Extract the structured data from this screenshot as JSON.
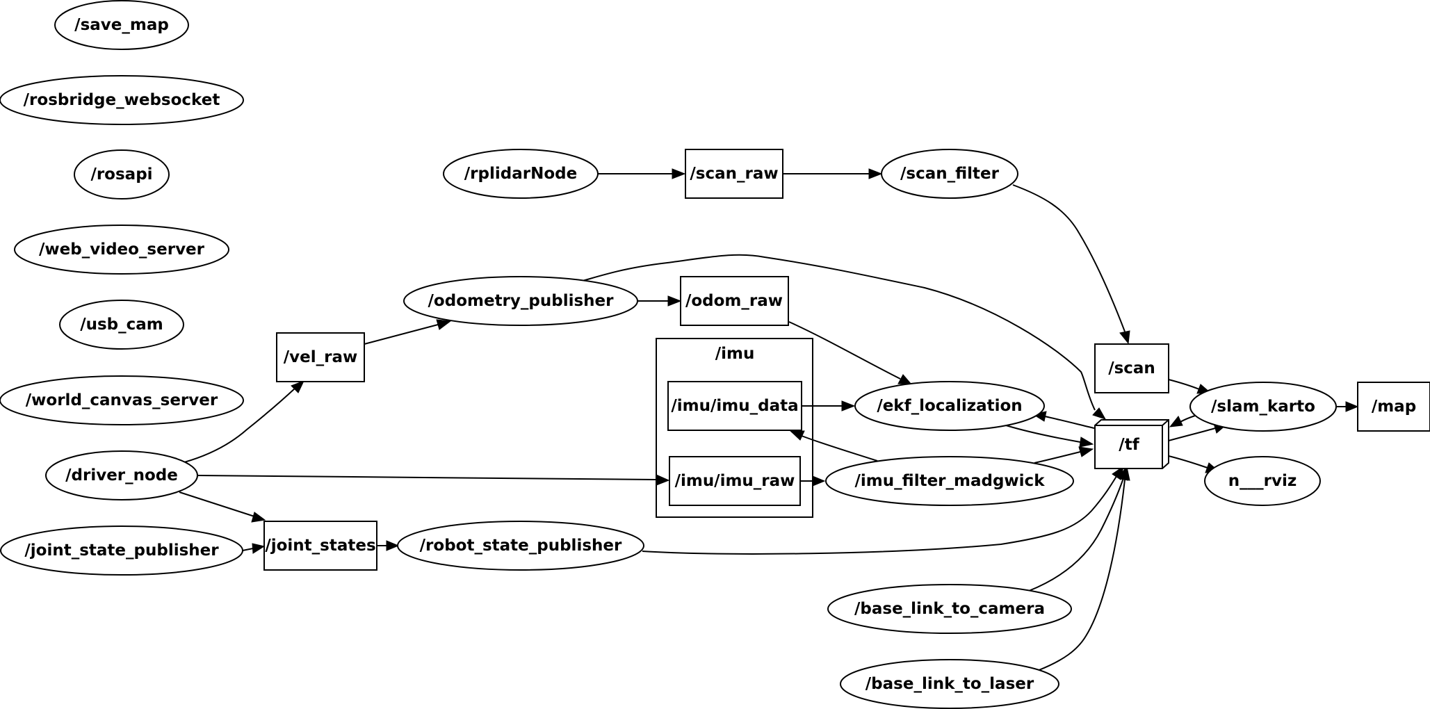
{
  "graph": {
    "nodes": {
      "save_map": "/save_map",
      "rosbridge_websocket": "/rosbridge_websocket",
      "rosapi": "/rosapi",
      "web_video_server": "/web_video_server",
      "usb_cam": "/usb_cam",
      "world_canvas_server": "/world_canvas_server",
      "driver_node": "/driver_node",
      "joint_state_publisher": "/joint_state_publisher",
      "rplidarNode": "/rplidarNode",
      "odometry_publisher": "/odometry_publisher",
      "robot_state_publisher": "/robot_state_publisher",
      "scan_filter": "/scan_filter",
      "ekf_localization": "/ekf_localization",
      "imu_filter_madgwick": "/imu_filter_madgwick",
      "base_link_to_camera": "/base_link_to_camera",
      "base_link_to_laser": "/base_link_to_laser",
      "slam_karto": "/slam_karto",
      "rviz": "n___rviz"
    },
    "topics": {
      "vel_raw": "/vel_raw",
      "joint_states": "/joint_states",
      "scan_raw": "/scan_raw",
      "odom_raw": "/odom_raw",
      "imu_data": "/imu/imu_data",
      "imu_raw": "/imu/imu_raw",
      "scan": "/scan",
      "tf": "/tf",
      "map": "/map"
    },
    "clusters": {
      "imu": "/imu"
    },
    "edges": [
      [
        "driver_node",
        "vel_raw"
      ],
      [
        "driver_node",
        "joint_states"
      ],
      [
        "driver_node",
        "imu_raw"
      ],
      [
        "joint_state_publisher",
        "joint_states"
      ],
      [
        "vel_raw",
        "odometry_publisher"
      ],
      [
        "joint_states",
        "robot_state_publisher"
      ],
      [
        "rplidarNode",
        "scan_raw"
      ],
      [
        "scan_raw",
        "scan_filter"
      ],
      [
        "odometry_publisher",
        "odom_raw"
      ],
      [
        "odometry_publisher",
        "tf"
      ],
      [
        "scan_filter",
        "scan"
      ],
      [
        "odom_raw",
        "ekf_localization"
      ],
      [
        "imu_data",
        "ekf_localization"
      ],
      [
        "imu_raw",
        "imu_filter_madgwick"
      ],
      [
        "imu_filter_madgwick",
        "imu_data"
      ],
      [
        "imu_filter_madgwick",
        "tf"
      ],
      [
        "ekf_localization",
        "tf"
      ],
      [
        "tf",
        "ekf_localization"
      ],
      [
        "robot_state_publisher",
        "tf"
      ],
      [
        "base_link_to_camera",
        "tf"
      ],
      [
        "base_link_to_laser",
        "tf"
      ],
      [
        "scan",
        "slam_karto"
      ],
      [
        "tf",
        "slam_karto"
      ],
      [
        "slam_karto",
        "tf"
      ],
      [
        "slam_karto",
        "map"
      ],
      [
        "tf",
        "rviz"
      ]
    ]
  }
}
